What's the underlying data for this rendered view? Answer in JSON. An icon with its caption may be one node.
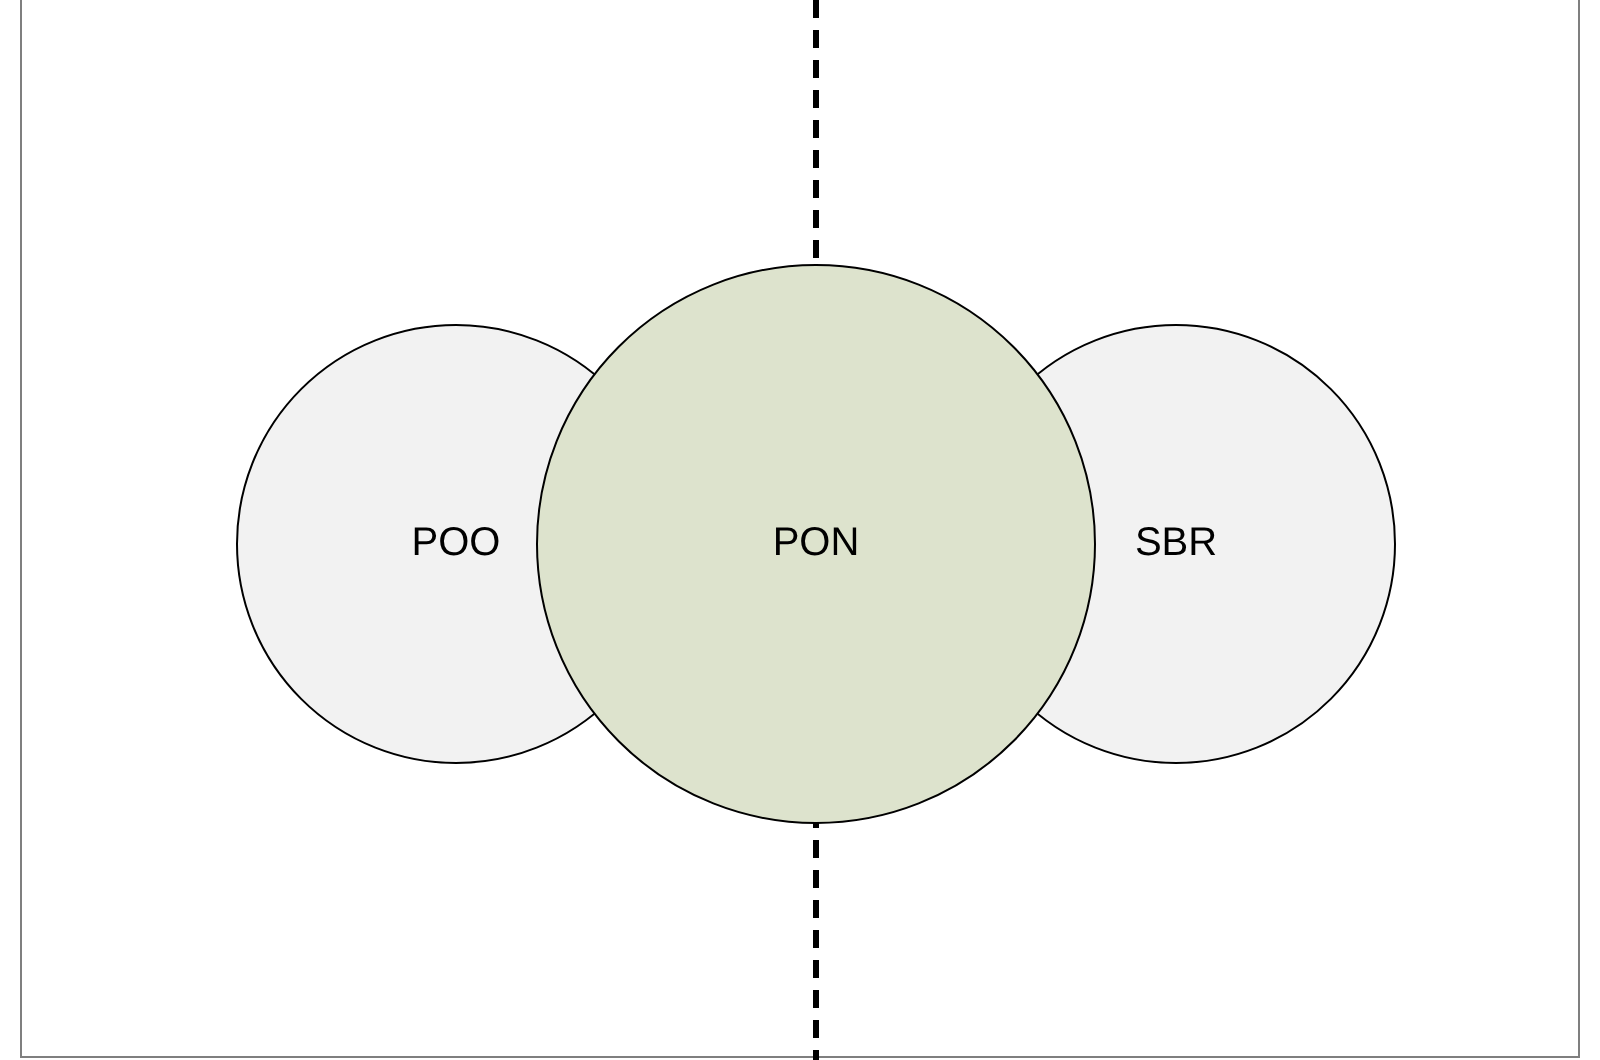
{
  "diagram": {
    "nodes": [
      {
        "text": [
          "POO"
        ]
      },
      {
        "text": [
          "PON"
        ]
      },
      {
        "text": [
          "SBR"
        ]
      }
    ],
    "edges": []
  }
}
